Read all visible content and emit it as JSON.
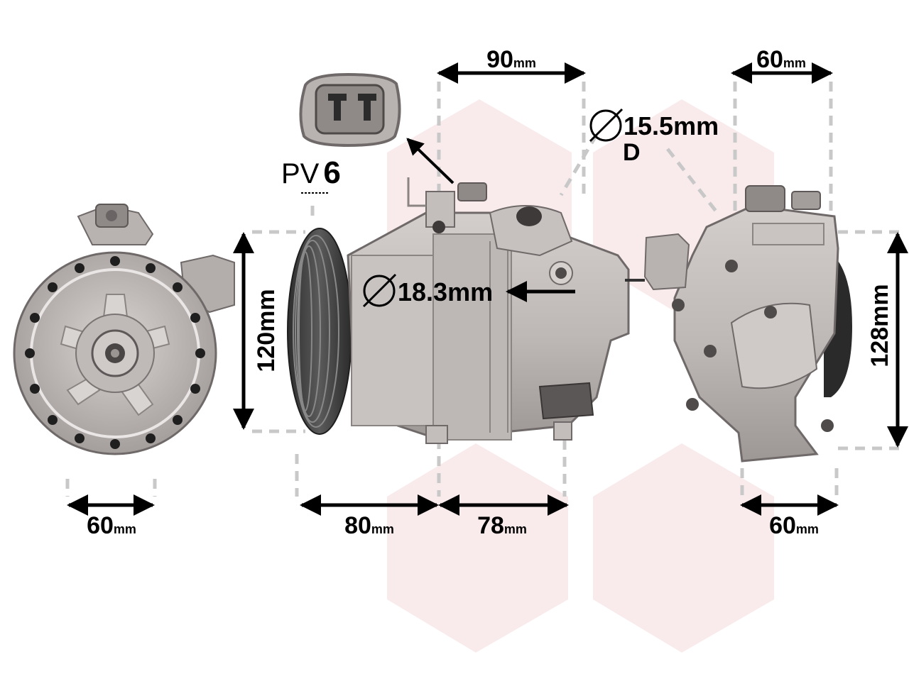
{
  "dimensions": {
    "left_view_width": {
      "value": "60",
      "unit": "mm"
    },
    "top_width": {
      "value": "90",
      "unit": "mm"
    },
    "top_right_width": {
      "value": "60",
      "unit": "mm"
    },
    "height_center": {
      "text": "120mm"
    },
    "height_right": {
      "text": "128mm"
    },
    "bottom_80": {
      "value": "80",
      "unit": "mm"
    },
    "bottom_78": {
      "value": "78",
      "unit": "mm"
    },
    "bottom_right_60": {
      "value": "60",
      "unit": "mm"
    }
  },
  "diameters": {
    "discharge": {
      "text": "15.5mm",
      "sub": "D"
    },
    "suction": {
      "text": "18.3mm"
    }
  },
  "pulley": {
    "letters": "PV",
    "number": "6"
  },
  "colors": {
    "watermark": "#f7e4e6",
    "metal_light": "#cfcac8",
    "metal_mid": "#aaa4a2",
    "metal_dark": "#6f6a69",
    "pulley_dark": "#3a3a3a",
    "dash": "#c8c8c8"
  }
}
